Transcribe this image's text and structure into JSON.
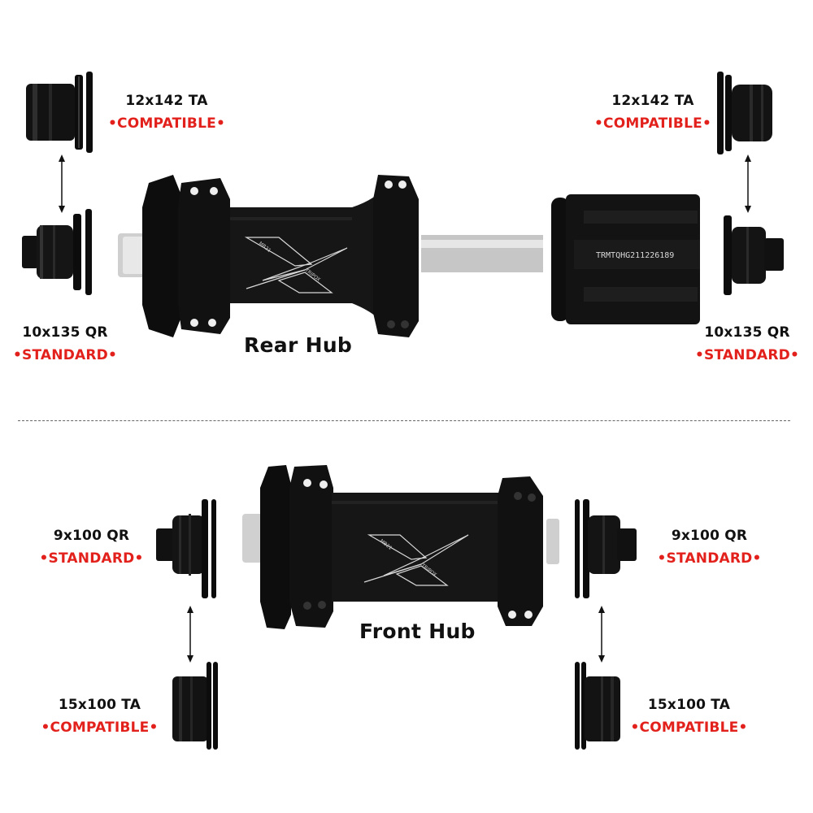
{
  "colors": {
    "accent_red": "#e3211c",
    "text_dark": "#111111",
    "hub_black": "#141414",
    "axle_silver": "#c8c8c8"
  },
  "rear": {
    "title": "Rear Hub",
    "logo": {
      "brand": "TRIPOX",
      "model": "MB21"
    },
    "freehub_serial": "TRMTQHG211226189",
    "left_top": {
      "size": "12x142 TA",
      "tag": "•COMPATIBLE•"
    },
    "left_bottom": {
      "size": "10x135 QR",
      "tag": "•STANDARD•"
    },
    "right_top": {
      "size": "12x142 TA",
      "tag": "•COMPATIBLE•"
    },
    "right_bottom": {
      "size": "10x135 QR",
      "tag": "•STANDARD•"
    }
  },
  "front": {
    "title": "Front Hub",
    "logo": {
      "brand": "TRIPOX",
      "model": "MB21"
    },
    "left_top": {
      "size": "9x100 QR",
      "tag": "•STANDARD•"
    },
    "left_bottom": {
      "size": "15x100 TA",
      "tag": "•COMPATIBLE•"
    },
    "right_top": {
      "size": "9x100 QR",
      "tag": "•STANDARD•"
    },
    "right_bottom": {
      "size": "15x100 TA",
      "tag": "•COMPATIBLE•"
    }
  }
}
